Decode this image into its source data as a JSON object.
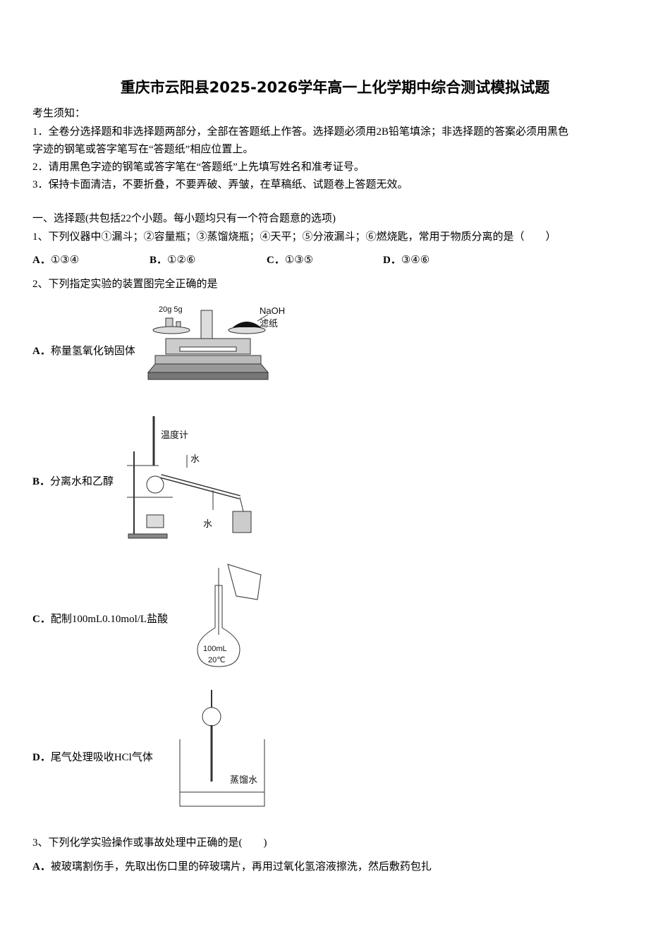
{
  "title": "重庆市云阳县2025-2026学年高一上化学期中综合测试模拟试题",
  "notice": {
    "heading": "考生须知：",
    "line1a": "1．全卷分选择题和非选择题两部分，全部在答题纸上作答。选择题必须用2B铅笔填涂；非选择题的答案必须用黑色",
    "line1b": "字迹的钢笔或答字笔写在“答题纸”相应位置上。",
    "line2": "2．请用黑色字迹的钢笔或答字笔在“答题纸”上先填写姓名和准考证号。",
    "line3": "3．保持卡面清洁，不要折叠，不要弄破、弄皱，在草稿纸、试题卷上答题无效。"
  },
  "section1": "一、选择题(共包括22个小题。每小题均只有一个符合题意的选项)",
  "q1": {
    "stem": "1、下列仪器中①漏斗；②容量瓶；③蒸馏烧瓶；④天平；⑤分液漏斗；⑥燃烧匙，常用于物质分离的是（　　）",
    "options": [
      {
        "label": "A．",
        "text": "①③④"
      },
      {
        "label": "B．",
        "text": "①②⑥"
      },
      {
        "label": "C．",
        "text": "①③⑤"
      },
      {
        "label": "D．",
        "text": "③④⑥"
      }
    ]
  },
  "q2": {
    "stem": "2、下列指定实验的装置图完全正确的是",
    "options": [
      {
        "label": "A．",
        "text": "称量氢氧化钠固体",
        "figure_labels": [
          "20g 5g",
          "NaOH",
          "滤纸"
        ]
      },
      {
        "label": "B．",
        "text": "分离水和乙醇",
        "figure_labels": [
          "温度计",
          "水",
          "水"
        ]
      },
      {
        "label": "C．",
        "text": "配制100mL0.10mol/L盐酸",
        "figure_labels": [
          "100mL",
          "20℃"
        ]
      },
      {
        "label": "D．",
        "text": "尾气处理吸收HCl气体",
        "figure_labels": [
          "蒸馏水"
        ]
      }
    ]
  },
  "q3": {
    "stem": "3、下列化学实验操作或事故处理中正确的是(　　)",
    "options": [
      {
        "label": "A．",
        "text": "被玻璃割伤手，先取出伤口里的碎玻璃片，再用过氧化氢溶液擦洗，然后敷药包扎"
      }
    ]
  }
}
